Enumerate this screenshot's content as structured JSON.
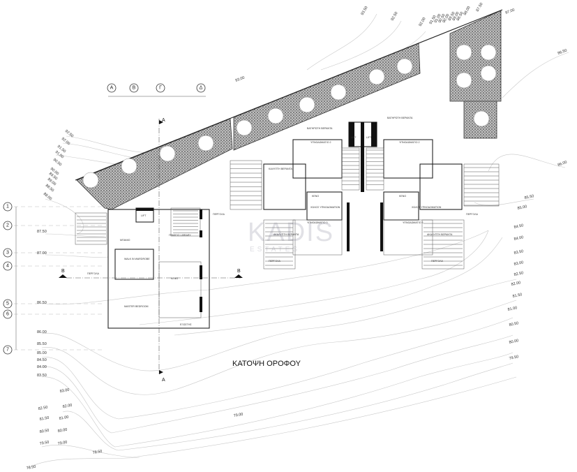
{
  "drawing": {
    "title": "ΚΑΤΟΨΗ ΟΡΟΦΟΥ",
    "watermark": "KADIS",
    "watermark_sub": "ESTATES",
    "column_axes": [
      "Α",
      "Β",
      "Γ",
      "Δ"
    ],
    "row_axes": [
      "1",
      "2",
      "3",
      "4",
      "5",
      "6",
      "7"
    ],
    "section_markers": [
      "A",
      "A",
      "B",
      "B"
    ],
    "elevations": {
      "left_arc": [
        "92.50",
        "92.00",
        "91.50",
        "91.00",
        "90.50",
        "90.00",
        "89.50",
        "89.00",
        "88.50",
        "88.00"
      ],
      "left_column": [
        "87.50",
        "87.00",
        "86.50",
        "86.00",
        "85.50",
        "85.00",
        "84.50",
        "84.00",
        "83.50"
      ],
      "bottom": [
        "83.00",
        "82.50",
        "82.00",
        "81.50",
        "81.00",
        "80.50",
        "80.00",
        "79.50",
        "79.00",
        "78.50",
        "78.50",
        "79.00"
      ],
      "top": [
        "93.50",
        "92.50",
        "92.00",
        "91.50",
        "91.00",
        "90.50",
        "90.00",
        "89.50",
        "89.00",
        "88.50",
        "88.00",
        "87.50",
        "87.00",
        "86.50",
        "93.00",
        "86.00"
      ],
      "right": [
        "85.50",
        "85.00",
        "84.50",
        "84.00",
        "83.50",
        "83.00",
        "82.50",
        "82.00",
        "81.50",
        "81.00",
        "80.50",
        "80.00",
        "79.50"
      ]
    },
    "rooms": {
      "left_house": [
        "ΓΡΑΦΕΙΟ LIBRARY",
        "WALK IN WARDROBE",
        "MASTER BEDROOM",
        "ΚΕΝΟ",
        "ΕΞΩΣΤΗΣ",
        "ΠΕΡΓΟΛΑ",
        "LIFT",
        "ΜΠΑΝΙΟ"
      ],
      "twin_house_left": [
        "ΥΠΝΟΔΩΜΑΤΙΟ 2",
        "ΥΠΝΟΔΩΜΑΤΙΟ 3",
        "ΧΩΛΟΣ ΥΠΝΟΔΩΜΑΤΙΩΝ",
        "ΚΕΝΟ",
        "ΒΑΤΗΡΩΤΗ ΒΕΡΑΝΤΑ",
        "ΠΕΡΓΟΛΑ",
        "LIFT",
        "ΚΑΛΥΠΤΗ ΒΕΡΑΝΤΑ",
        "ΑΚΑΛΥΠΤΗ ΒΕΡΑΝΤΑ"
      ],
      "twin_house_right": [
        "ΥΠΝΟΔΩΜΑΤΙΟ 2",
        "ΥΠΝΟΔΩΜΑΤΙΟ 3",
        "ΧΩΛΟΣ ΥΠΝΟΔΩΜΑΤΙΩΝ",
        "ΚΕΝΟ",
        "ΒΑΤΗΡΩΤΗ ΒΕΡΑΝΤΑ",
        "ΠΕΡΓΟΛΑ",
        "LIFT",
        "ΑΚΑΛΥΠΤΗ ΒΕΡΑΝΤΑ"
      ],
      "other": [
        "ΠΕΡΓΟΛΑ",
        "ΠΕΡΓΟΛΑ"
      ]
    }
  }
}
